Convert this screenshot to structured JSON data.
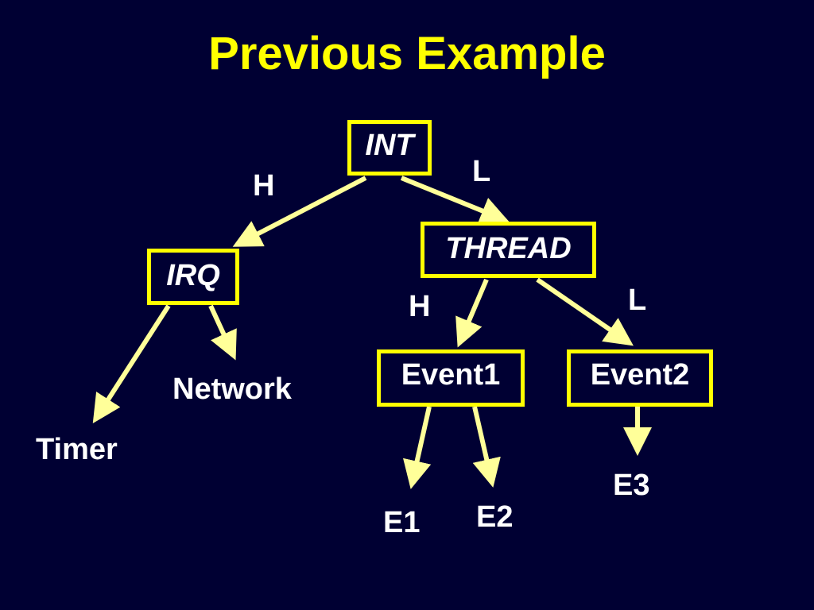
{
  "slide": {
    "title": "Previous Example"
  },
  "nodes": {
    "int": "INT",
    "thread": "THREAD",
    "irq": "IRQ",
    "event1": "Event1",
    "event2": "Event2"
  },
  "leaves": {
    "network": "Network",
    "timer": "Timer",
    "e1": "E1",
    "e2": "E2",
    "e3": "E3"
  },
  "branch_labels": {
    "int_h": "H",
    "int_l": "L",
    "thread_h": "H",
    "thread_l": "L"
  },
  "colors": {
    "background": "#000033",
    "title": "#ffff00",
    "box_border": "#ffff00",
    "text": "#ffffff",
    "arrow": "#ffff99"
  }
}
